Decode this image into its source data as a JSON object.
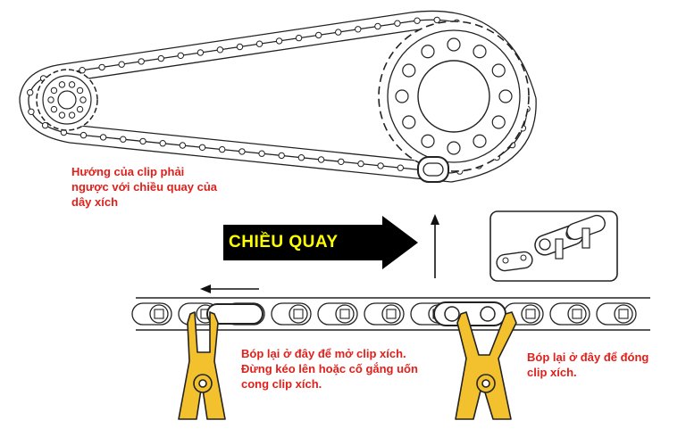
{
  "direction_label": "CHIỀU QUAY",
  "notes": {
    "clip_direction": "Hướng của clip phải ngược với chiều quay của dây xích",
    "open_clip": "Bóp lại ở đây để mở clip xích. Đừng kéo lên hoặc cố gắng uốn cong clip xích.",
    "close_clip": "Bóp lại ở đây để đóng clip xích."
  },
  "colors": {
    "note_text": "#e0201b",
    "arrow_fill": "#000000",
    "arrow_text": "#ffff00",
    "pliers": "#f3c12e",
    "outline": "#222222"
  },
  "icons": [
    "chain-drive-diagram",
    "sprocket-icon",
    "master-link-icon",
    "pliers-icon",
    "arrow-icon"
  ]
}
